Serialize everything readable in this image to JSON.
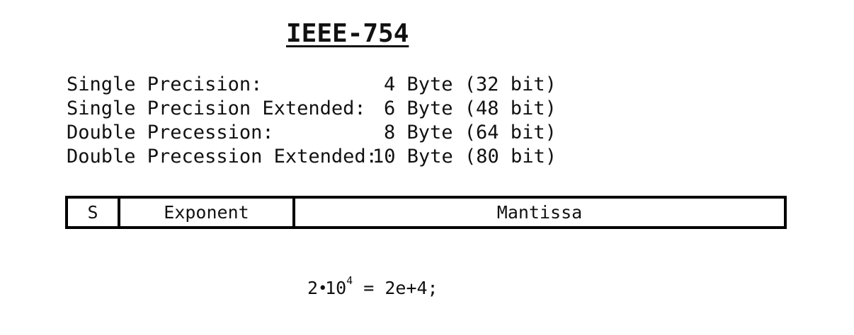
{
  "title": "IEEE-754",
  "precisions": [
    {
      "label": "Single Precision:",
      "value": "4 Byte (32 bit)"
    },
    {
      "label": "Single Precision Extended:",
      "value": "6 Byte (48 bit)"
    },
    {
      "label": "Double Precession:",
      "value": "8 Byte (64 bit)"
    },
    {
      "label": "Double Precession Extended:",
      "value": "10 Byte (80 bit)"
    }
  ],
  "format": {
    "sign": "S",
    "exponent": "Exponent",
    "mantissa": "Mantissa"
  },
  "formula": {
    "base": "2",
    "operator": "•",
    "power_base": "10",
    "exponent": "4",
    "rest": " = 2e+4;"
  }
}
